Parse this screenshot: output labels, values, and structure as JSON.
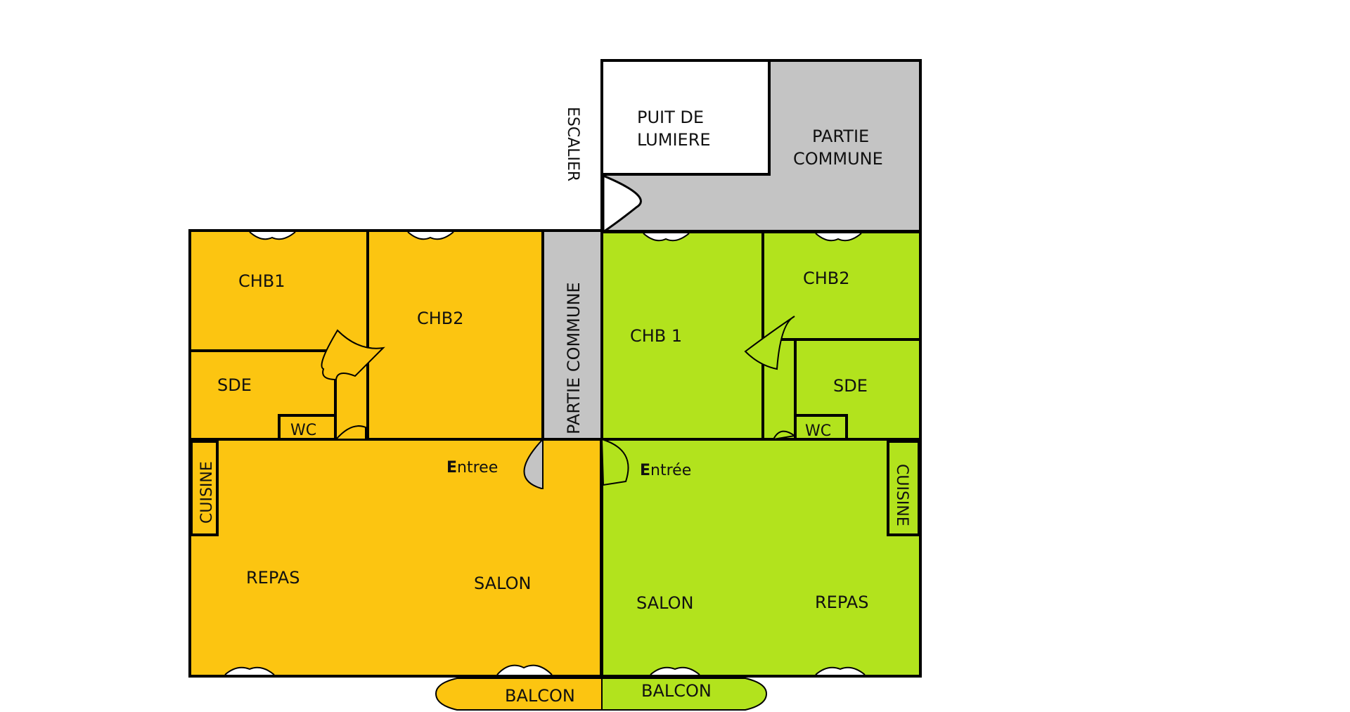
{
  "colors": {
    "apartment_left": "#FCC511",
    "apartment_right": "#B2E31D",
    "common": "#C4C4C4",
    "light_well": "#FFFFFF",
    "wall": "#000000"
  },
  "labels": {
    "escalier": "ESCALIER",
    "puit_line1": "PUIT DE",
    "puit_line2": "LUMIERE",
    "partie_commune_top_line1": "PARTIE",
    "partie_commune_top_line2": "COMMUNE",
    "partie_commune_corridor": "PARTIE COMMUNE",
    "left": {
      "chb1": "CHB1",
      "chb2": "CHB2",
      "sde": "SDE",
      "wc": "WC",
      "cuisine": "CUISINE",
      "entree_initial": "E",
      "entree_rest": "ntree",
      "repas": "REPAS",
      "salon": "SALON",
      "balcon": "BALCON"
    },
    "right": {
      "chb1": "CHB 1",
      "chb2": "CHB2",
      "sde": "SDE",
      "wc": "WC",
      "cuisine": "CUISINE",
      "entree_initial": "E",
      "entree_rest": "ntrée",
      "salon": "SALON",
      "repas": "REPAS",
      "balcon": "BALCON"
    }
  },
  "icons": [
    "window-icon",
    "door-swing-icon"
  ]
}
